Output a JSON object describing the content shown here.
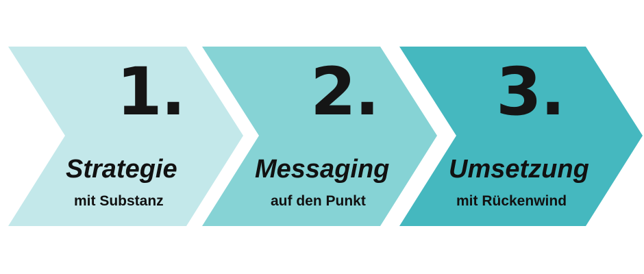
{
  "steps": [
    {
      "number": "1.",
      "title": "Strategie",
      "subtitle": "mit Substanz",
      "color": "#c3e8ea"
    },
    {
      "number": "2.",
      "title": "Messaging",
      "subtitle": "auf den Punkt",
      "color": "#86d3d5"
    },
    {
      "number": "3.",
      "title": "Umsetzung",
      "subtitle": "mit Rückenwind",
      "color": "#45b8bf"
    }
  ]
}
